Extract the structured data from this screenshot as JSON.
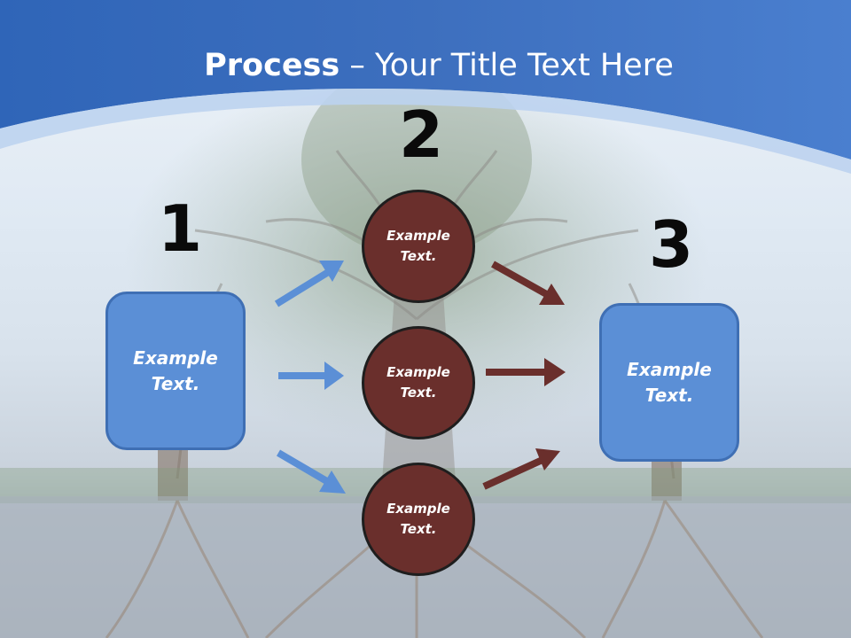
{
  "title": {
    "bold": "Process",
    "rest": " – Your Title Text Here"
  },
  "steps": [
    {
      "number": "1"
    },
    {
      "number": "2"
    },
    {
      "number": "3"
    }
  ],
  "boxes": [
    {
      "text": "Example Text."
    },
    {
      "text": "Example Text."
    }
  ],
  "circles": [
    {
      "text": "Example Text."
    },
    {
      "text": "Example Text."
    },
    {
      "text": "Example Text."
    }
  ],
  "colors": {
    "header_blue": "#3f72bf",
    "box_fill": "#5b8fd6",
    "circle_fill": "#6a2f2c",
    "arrow_blue": "#5b8fd6",
    "arrow_brown": "#6a2f2c"
  }
}
